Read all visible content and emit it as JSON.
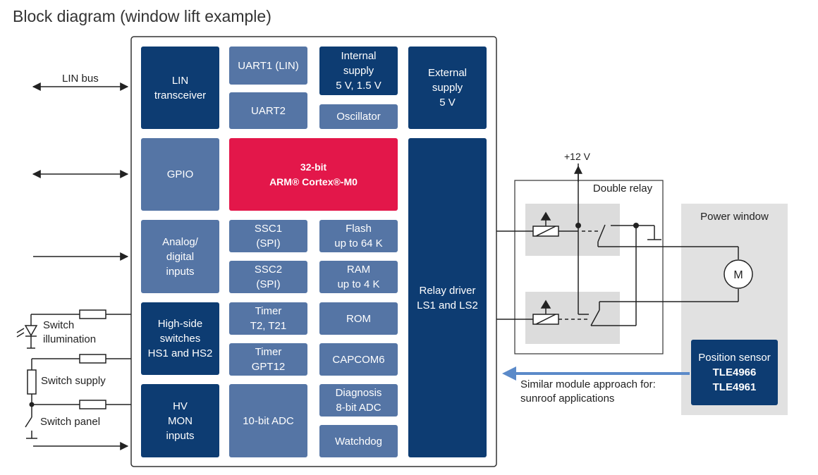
{
  "title": "Block diagram (window lift example)",
  "blocks": {
    "lin_transceiver": "LIN\ntransceiver",
    "gpio": "GPIO",
    "analog_inputs": "Analog/\ndigital\ninputs",
    "highside": "High-side\nswitches\nHS1 and HS2",
    "hv_mon": "HV\nMON\ninputs",
    "uart1": "UART1 (LIN)",
    "uart2": "UART2",
    "internal_supply": "Internal\nsupply\n5 V, 1.5 V",
    "oscillator": "Oscillator",
    "external_supply": "External\nsupply\n5 V",
    "cpu_line1": "32-bit",
    "cpu_line2": "ARM® Cortex®-M0",
    "ssc1": "SSC1\n(SPI)",
    "ssc2": "SSC2\n(SPI)",
    "flash": "Flash\nup to 64 K",
    "ram": "RAM\nup to 4 K",
    "timer1": "Timer\nT2, T21",
    "rom": "ROM",
    "timer2": "Timer\nGPT12",
    "capcom": "CAPCOM6",
    "adc10": "10-bit ADC",
    "diagnosis": "Diagnosis\n8-bit ADC",
    "watchdog": "Watchdog",
    "relay_driver": "Relay driver\nLS1 and LS2"
  },
  "labels": {
    "lin_bus": "LIN bus",
    "switch_illumination": "Switch\nillumination",
    "switch_supply": "Switch supply",
    "switch_panel": "Switch panel",
    "v12": "+12 V",
    "double_relay": "Double relay",
    "power_window": "Power window",
    "motor": "M",
    "similar": "Similar module approach for:\nsunroof applications"
  },
  "position_sensor": {
    "line1": "Position sensor",
    "line2": "TLE4966",
    "line3": "TLE4961"
  },
  "colors": {
    "dark_block": "#0d3c72",
    "light_block": "#5575a5",
    "cpu": "#e3174a",
    "relay_bg": "#dcdcdc",
    "arrow": "#5b8ac9"
  }
}
